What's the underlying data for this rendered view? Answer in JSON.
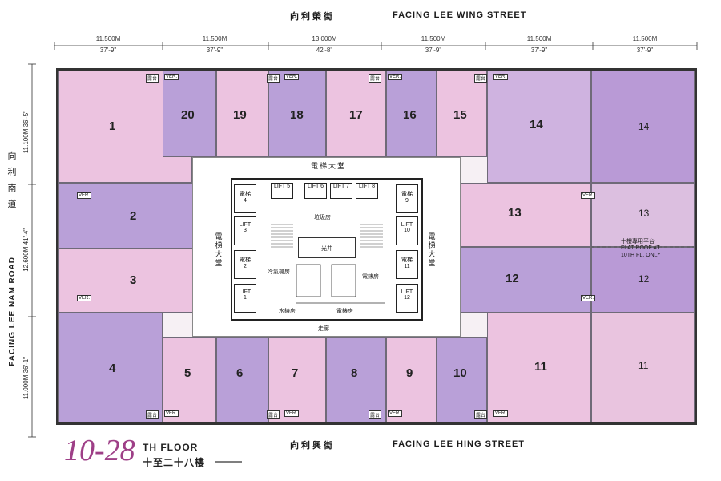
{
  "streets": {
    "top_cn": "向利榮街",
    "top_en": "FACING LEE WING STREET",
    "bottom_cn": "向利興街",
    "bottom_en": "FACING LEE HING STREET",
    "left_cn": "向利南道",
    "left_en": "FACING LEE NAM ROAD"
  },
  "dimensions": {
    "top": [
      {
        "m": "11.500M",
        "ft": "37'-9\""
      },
      {
        "m": "11.500M",
        "ft": "37'-9\""
      },
      {
        "m": "13.000M",
        "ft": "42'-8\""
      },
      {
        "m": "11.500M",
        "ft": "37'-9\""
      },
      {
        "m": "11.500M",
        "ft": "37'-9\""
      },
      {
        "m": "11.500M",
        "ft": "37'-9\""
      }
    ],
    "left": [
      {
        "m": "11.100M",
        "ft": "36'-5\""
      },
      {
        "m": "12.600M",
        "ft": "41'-4\""
      },
      {
        "m": "11.000M",
        "ft": "36'-1\""
      }
    ]
  },
  "units": {
    "u1": "1",
    "u2": "2",
    "u3": "3",
    "u4": "4",
    "u5": "5",
    "u6": "6",
    "u7": "7",
    "u8": "8",
    "u9": "9",
    "u10": "10",
    "u11": "11",
    "u12": "12",
    "u13": "13",
    "u14": "14",
    "u15": "15",
    "u16": "16",
    "u17": "17",
    "u18": "18",
    "u19": "19",
    "u20": "20",
    "r14": "14",
    "r13": "13",
    "r12": "12",
    "r11": "11"
  },
  "core": {
    "lobby": "電梯大堂",
    "lobby_left": "電梯大堂",
    "lobby_right": "電梯大堂",
    "corridor": "走廊",
    "skylight": "光井",
    "garbage": "垃圾房",
    "ac_room": "冷氣機房",
    "water_meter": "水錶房",
    "elec_room": "電錶房",
    "elec_room2": "電錶房",
    "lift_cn": "電梯",
    "lift_en": "LIFT",
    "lifts_left": [
      "4",
      "3",
      "2",
      "1"
    ],
    "lifts_top": [
      "5",
      "6",
      "7",
      "8"
    ],
    "lifts_right": [
      "9",
      "10",
      "11",
      "12"
    ]
  },
  "roof": {
    "cn": "十樓專用平台",
    "en1": "FLAT ROOF AT",
    "en2": "10TH FL. ONLY"
  },
  "ver": "VER.",
  "balcony": "露台",
  "floor": {
    "range": "10-28",
    "suffix": "TH FLOOR",
    "cn": "十至二十八樓"
  }
}
